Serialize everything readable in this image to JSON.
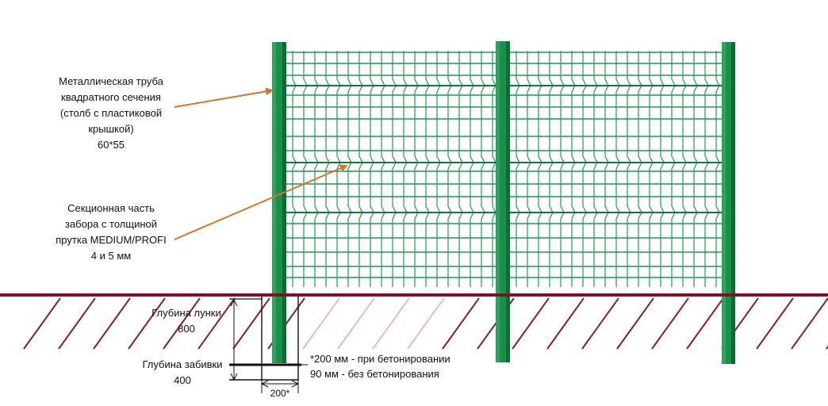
{
  "labels": {
    "post": {
      "lines": [
        "Металлическая труба",
        "квадратного сечения",
        "(столб с пластиковой",
        "крышкой)",
        "60*55"
      ]
    },
    "section": {
      "lines": [
        "Секционная часть",
        "забора с толщиной",
        "прутка MEDIUM/PROFI",
        "4 и 5 мм"
      ]
    },
    "hole_depth": {
      "lines": [
        "Глубина лунки",
        "800"
      ]
    },
    "drive_depth": {
      "lines": [
        "Глубина забивки",
        "400"
      ]
    },
    "concrete_note": {
      "lines": [
        "*200 мм - при бетонировании",
        "90 мм - без бетонирования"
      ]
    },
    "hole_width": "200*"
  },
  "colors": {
    "ground": "#7a1424",
    "hatch": "#8a1e2e",
    "hatch_light": "#e8b9c1",
    "post": "#1c8f4b",
    "post_dark": "#0f6b35",
    "mesh": "#1f9a52",
    "arrow": "#d2772e"
  }
}
